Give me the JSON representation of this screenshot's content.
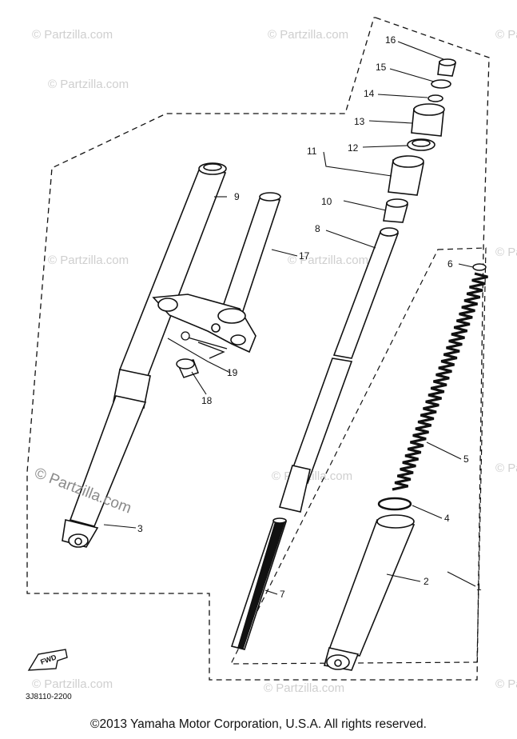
{
  "diagram": {
    "part_labels": [
      "16",
      "15",
      "14",
      "13",
      "12",
      "11",
      "10",
      "9",
      "8",
      "17",
      "6",
      "5",
      "4",
      "2",
      "1",
      "7",
      "18",
      "19",
      "3"
    ],
    "diagram_code": "3J8110-2200",
    "fwd_label": "FWD",
    "watermark_text": "© Partzilla.com",
    "copyright": "©2013  Yamaha Motor Corporation, U.S.A. All rights reserved."
  }
}
